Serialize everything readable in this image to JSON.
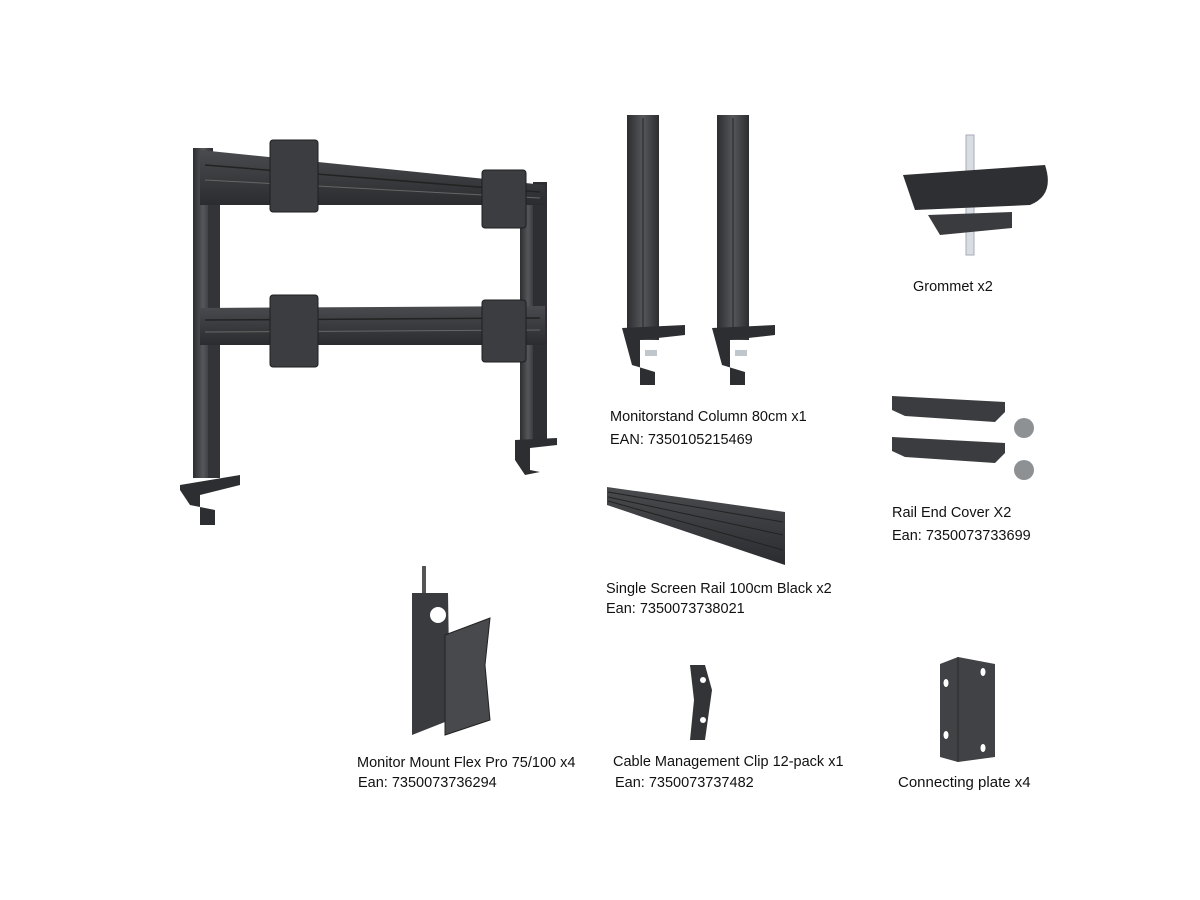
{
  "parts": {
    "grommet": {
      "name": "Grommet x2"
    },
    "column": {
      "name": "Monitorstand Column 80cm x1",
      "ean": "EAN: 7350105215469"
    },
    "rail_end_cover": {
      "name": "Rail End Cover X2",
      "ean": "Ean: 7350073733699"
    },
    "rail": {
      "name": "Single Screen Rail 100cm Black x2",
      "ean": "Ean: 7350073738021"
    },
    "monitor_mount": {
      "name": "Monitor Mount Flex Pro 75/100 x4",
      "ean": "Ean: 7350073736294"
    },
    "cable_clip": {
      "name": "Cable Management Clip 12-pack x1",
      "ean": "Ean: 7350073737482"
    },
    "connecting_plate": {
      "name": "Connecting plate x4"
    }
  },
  "colors": {
    "metal": "#3a3b3d",
    "metal_light": "#55575a",
    "metal_dark": "#26272a"
  }
}
